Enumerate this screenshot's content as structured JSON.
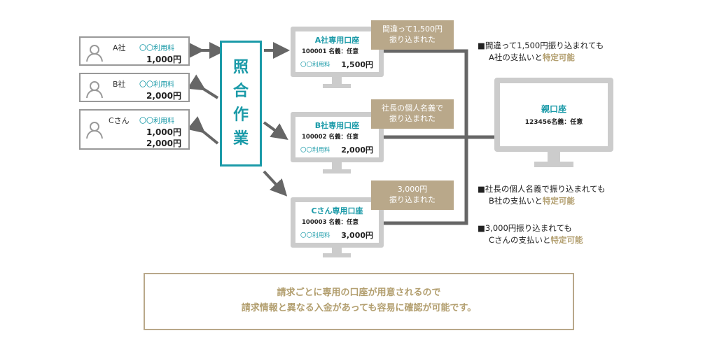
{
  "clients": [
    {
      "name": "A社",
      "fee_label": "〇〇利用料",
      "amounts": [
        "1,000円"
      ]
    },
    {
      "name": "B社",
      "fee_label": "〇〇利用料",
      "amounts": [
        "2,000円"
      ]
    },
    {
      "name": "Cさん",
      "fee_label": "〇〇利用料",
      "amounts": [
        "1,000円",
        "2,000円"
      ]
    }
  ],
  "center_label": [
    "照",
    "合",
    "作",
    "業"
  ],
  "accounts": [
    {
      "title": "A社専用口座",
      "number": "100001 名義：任意",
      "fee_label": "〇〇利用料",
      "amount": "1,500円",
      "bubble": [
        "間違って1,500円",
        "振り込まれた"
      ]
    },
    {
      "title": "B社専用口座",
      "number": "100002 名義：任意",
      "fee_label": "〇〇利用料",
      "amount": "2,000円",
      "bubble": [
        "社長の個人名義で",
        "振り込まれた"
      ]
    },
    {
      "title": "Cさん専用口座",
      "number": "100003 名義：任意",
      "fee_label": "〇〇利用料",
      "amount": "3,000円",
      "bubble": [
        "3,000円",
        "振り込まれた"
      ]
    }
  ],
  "parent_account": {
    "title": "親口座",
    "number": "123456名義：任意"
  },
  "notes": [
    {
      "line1": "■間違って1,500円振り込まれても",
      "line2_prefix": "A社の支払いと",
      "highlight": "特定可能"
    },
    {
      "line1": "■社長の個人名義で振り込まれても",
      "line2_prefix": "B社の支払いと",
      "highlight": "特定可能"
    },
    {
      "line1": "■3,000円振り込まれても",
      "line2_prefix": "Cさんの支払いと",
      "highlight": "特定可能"
    }
  ],
  "summary": [
    "請求ごとに専用の口座が用意されるので",
    "請求情報と異なる入金があっても容易に確認が可能です。"
  ],
  "colors": {
    "teal": "#1a9aa8",
    "gold": "#b9a88a",
    "gray": "#cccccc",
    "arrow": "#666666"
  }
}
